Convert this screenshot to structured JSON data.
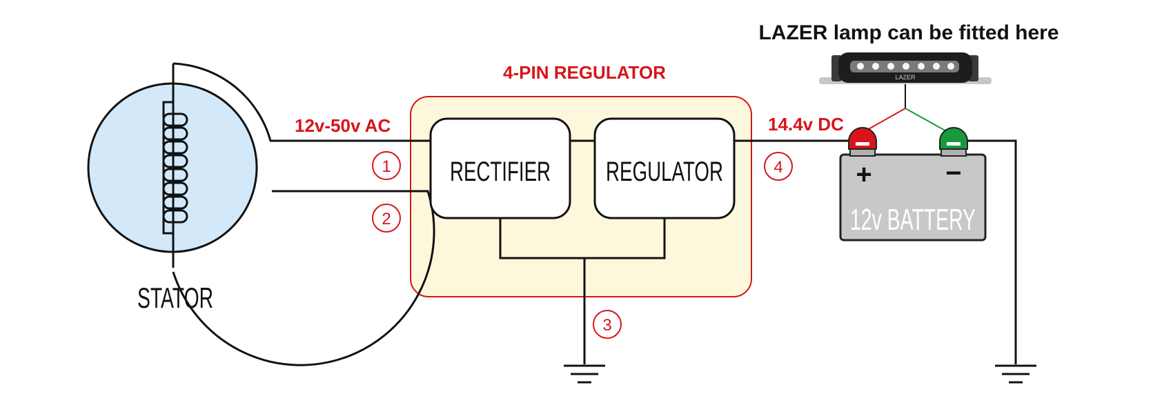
{
  "lamp_label": "LAZER lamp can be fitted here",
  "lamp_brand": "LAZER",
  "regulator_title": "4-PIN REGULATOR",
  "ac_label": "12v-50v AC",
  "dc_label": "14.4v DC",
  "stator_label": "STATOR",
  "rectifier_label": "RECTIFIER",
  "regulator_label": "REGULATOR",
  "battery_label": "12v BATTERY",
  "battery_plus": "+",
  "battery_minus": "−",
  "pins": [
    "1",
    "2",
    "3",
    "4"
  ],
  "colors": {
    "accent_red": "#d7141a",
    "stator_fill": "#d3e9f9",
    "regulator_fill": "#fdf8dc",
    "battery_fill": "#c8c8c8",
    "terminal_positive": "#d7141a",
    "terminal_negative": "#179a3c",
    "wire": "#111111"
  }
}
